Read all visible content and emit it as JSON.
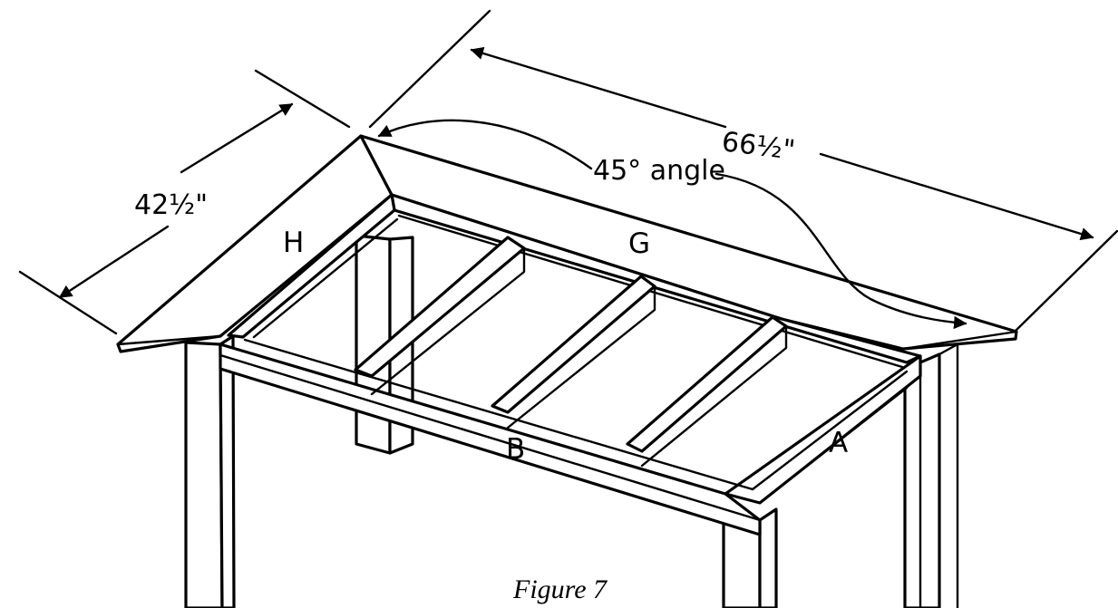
{
  "dimensions": {
    "length": "66½\"",
    "width": "42½\"",
    "angle": "45° angle"
  },
  "part_labels": {
    "a": "A",
    "b": "B",
    "g": "G",
    "h": "H"
  },
  "caption": "Figure 7"
}
